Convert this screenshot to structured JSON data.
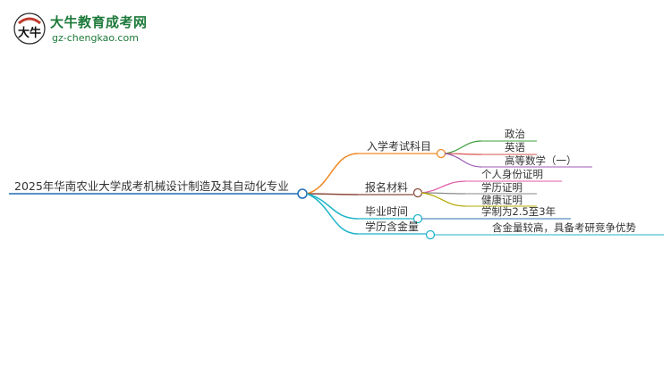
{
  "logo": {
    "title": "大牛教育成考网",
    "url": "gz-chengkao.com",
    "mark_text": "大牛"
  },
  "mindmap": {
    "root": "2025年华南农业大学成考机械设计制造及其自动化专业",
    "branches": [
      {
        "label": "入学考试科目",
        "color": "#f08a24",
        "children": [
          {
            "label": "政治",
            "color": "#3a9d3a"
          },
          {
            "label": "英语",
            "color": "#d9534f"
          },
          {
            "label": "高等数学（一）",
            "color": "#9b59b6"
          }
        ]
      },
      {
        "label": "报名材料",
        "color": "#8b4a3c",
        "children": [
          {
            "label": "个人身份证明",
            "color": "#e05aa8"
          },
          {
            "label": "学历证明",
            "color": "#8a8a8a"
          },
          {
            "label": "健康证明",
            "color": "#b5a800"
          }
        ]
      },
      {
        "label": "毕业时间",
        "color": "#1fb5c9",
        "children": [
          {
            "label": "学制为2.5至3年",
            "color": "#2c6fb5"
          }
        ]
      },
      {
        "label": "学历含金量",
        "color": "#1fb5c9",
        "children": [
          {
            "label": "含金量较高，具备考研竞争优势",
            "color": "#1fb5c9"
          }
        ]
      }
    ]
  }
}
